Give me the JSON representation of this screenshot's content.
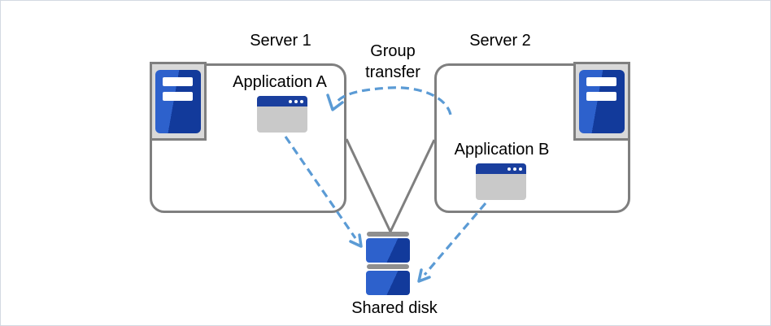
{
  "diagram": {
    "server1": {
      "label": "Server 1",
      "application": {
        "label": "Application A"
      }
    },
    "server2": {
      "label": "Server 2",
      "application": {
        "label": "Application B"
      }
    },
    "group_transfer_label": "Group transfer",
    "shared_disk_label": "Shared disk"
  },
  "icons": {
    "server1_tower": "server-tower-icon",
    "server2_tower": "server-tower-icon",
    "application_a": "app-window-icon",
    "application_b": "app-window-icon",
    "shared_disk": "disk-stack-icon"
  },
  "colors": {
    "accent-blue": "#2d61cc",
    "dark-blue": "#123a9b",
    "titlebar-blue": "#1a3f9e",
    "window-gray": "#c9c9c9",
    "panel-gray": "#d9d9d9",
    "line-gray": "#7f7f7f",
    "disk-bar-gray": "#8f8f8f",
    "arrow-blue": "#5b9bd5",
    "text-color": "#000000",
    "canvas-border": "#d3d9e2"
  }
}
